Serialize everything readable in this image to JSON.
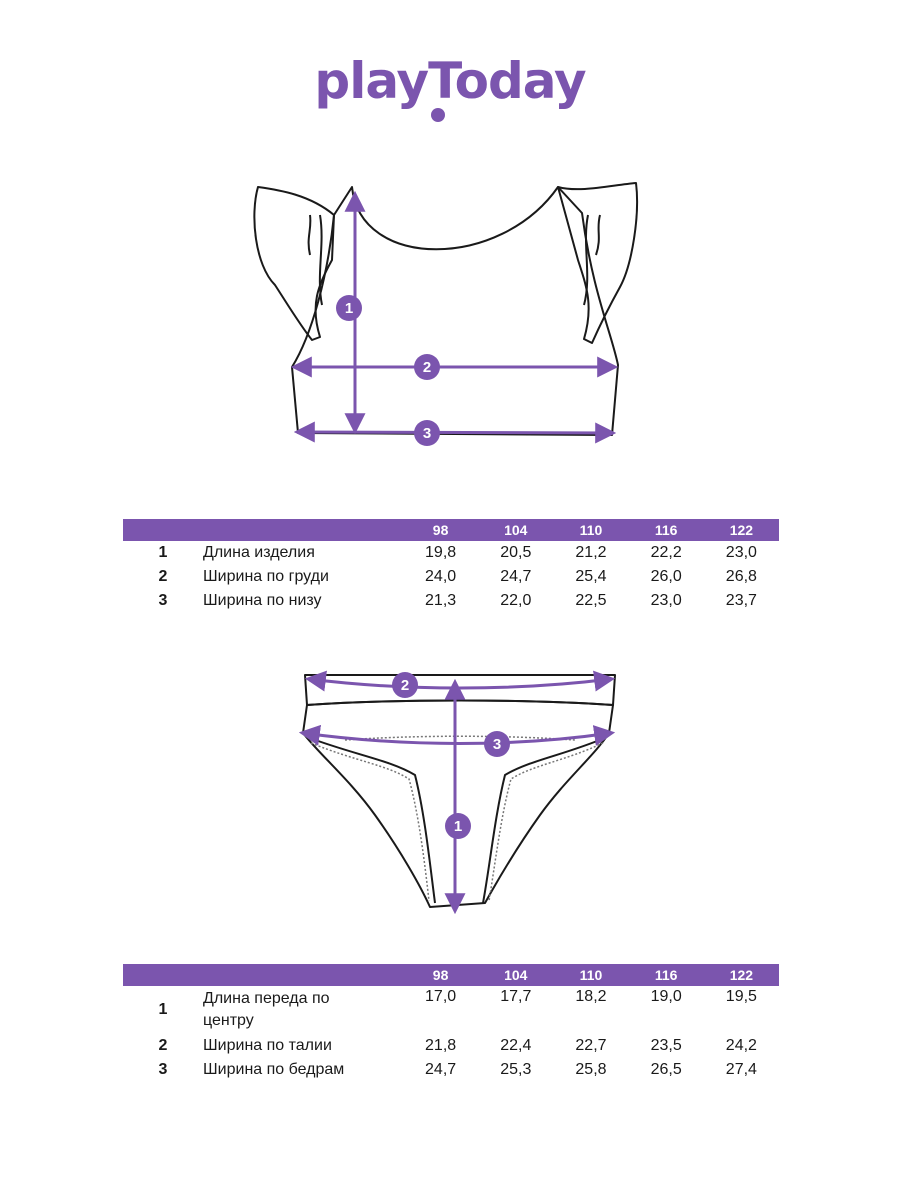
{
  "brand": {
    "logo_text": "playToday",
    "color": "#7b55ae"
  },
  "top": {
    "badges": [
      "1",
      "2",
      "3"
    ],
    "columns": [
      "",
      "",
      "98",
      "104",
      "110",
      "116",
      "122"
    ],
    "rows": [
      {
        "num": "1",
        "label": "Длина изделия",
        "values": [
          "19,8",
          "20,5",
          "21,2",
          "22,2",
          "23,0"
        ]
      },
      {
        "num": "2",
        "label": "Ширина по груди",
        "values": [
          "24,0",
          "24,7",
          "25,4",
          "26,0",
          "26,8"
        ]
      },
      {
        "num": "3",
        "label": "Ширина по низу",
        "values": [
          "21,3",
          "22,0",
          "22,5",
          "23,0",
          "23,7"
        ]
      }
    ]
  },
  "bottom": {
    "badges": [
      "1",
      "2",
      "3"
    ],
    "columns": [
      "",
      "",
      "98",
      "104",
      "110",
      "116",
      "122"
    ],
    "rows": [
      {
        "num": "1",
        "label": "Длина переда по центру",
        "values": [
          "17,0",
          "17,7",
          "18,2",
          "19,0",
          "19,5"
        ]
      },
      {
        "num": "2",
        "label": "Ширина по талии",
        "values": [
          "21,8",
          "22,4",
          "22,7",
          "23,5",
          "24,2"
        ]
      },
      {
        "num": "3",
        "label": "Ширина по бедрам",
        "values": [
          "24,7",
          "25,3",
          "25,8",
          "26,5",
          "27,4"
        ]
      }
    ]
  }
}
